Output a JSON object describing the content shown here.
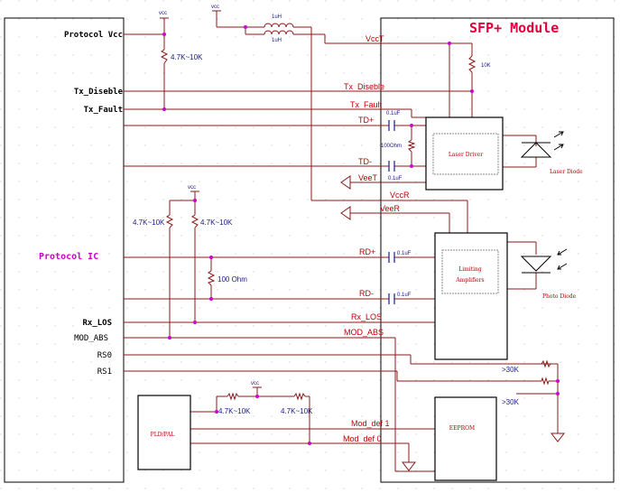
{
  "colors": {
    "wire": "#8b1a1a",
    "box": "#000000",
    "signal_text": "#c00000",
    "component_text": "#1a1a8a",
    "module_title": "#e0003c",
    "protocol_ic_text": "#cc00cc",
    "dashed_box": "#8a8a8a",
    "grid_dot": "#d8d8d8",
    "device_label": "#b00000"
  },
  "left_block": {
    "pins": {
      "protocol_vcc": "Protocol Vcc",
      "tx_disable": "Tx_Diseble",
      "tx_fault": "Tx_Fault",
      "rx_los": "Rx_LOS",
      "mod_abs": "MOD_ABS",
      "rs0": "RS0",
      "rs1": "RS1"
    },
    "title": "Protocol IC"
  },
  "module": {
    "title": "SFP+ Module"
  },
  "signals": {
    "vcct": "VccT",
    "tx_disable": "Tx_Diseble",
    "tx_fault": "Tx_Fault",
    "td_plus": "TD+",
    "td_minus": "TD-",
    "veet": "VeeT",
    "vccr": "VccR",
    "veer": "VeeR",
    "rd_plus": "RD+",
    "rd_minus": "RD-",
    "rx_los": "Rx_LOS",
    "mod_abs": "MOD_ABS",
    "mod_def1": "Mod_def 1",
    "mod_def0": "Mod_def 0"
  },
  "components": {
    "vcc": "vcc",
    "inductor1": "1uH",
    "inductor2": "1uH",
    "pullup_tx": "4.7K~10K",
    "pullup_10k": "10K",
    "cap_td1": "0.1uF",
    "cap_td2": "0.1uF",
    "term_100_tx": "100Ohm",
    "pullup_rx_left": "4.7K~10K",
    "pullup_rx_right": "4.7K~10K",
    "term_100_rx": "100 Ohm",
    "cap_rd1": "0.1uF",
    "cap_rd2": "0.1uF",
    "r_30k_1": ">30K",
    "r_30k_2": ">30K",
    "pullup_def_left": "4.7K~10K",
    "pullup_def_right": "4.7K~10K"
  },
  "devices": {
    "laser_driver": "Laser Driver",
    "limiting_amplifier": "Limiting Amplifiers",
    "eeprom": "EEPROM",
    "pld": "PLD/PAL",
    "laser_diode": "Laser Diode",
    "photo_diode": "Photo Diode"
  }
}
